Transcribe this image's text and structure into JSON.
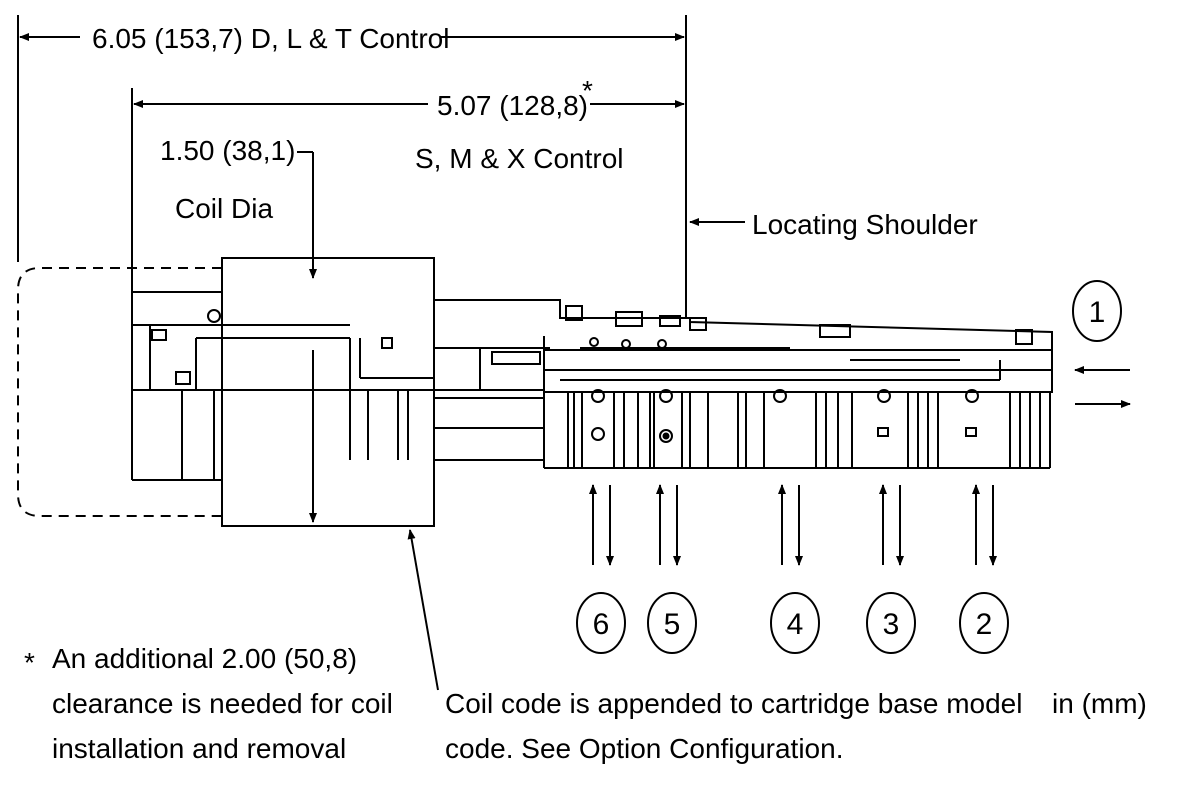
{
  "dimensions": {
    "overall": "6.05 (153,7) D, L & T Control",
    "body_length": "5.07 (128,8)",
    "body_length_star": "*",
    "body_length_note": "S, M & X Control",
    "coil_dia_value": "1.50 (38,1)",
    "coil_dia_label": "Coil Dia"
  },
  "callouts": {
    "locating_shoulder": "Locating Shoulder"
  },
  "ports": [
    "1",
    "2",
    "3",
    "4",
    "5",
    "6"
  ],
  "notes": {
    "star": "*",
    "clearance_line1": "An additional 2.00 (50,8)",
    "clearance_line2": "clearance is needed for coil",
    "clearance_line3": "installation and removal",
    "coil_code_line1": "Coil code is appended to cartridge base model",
    "coil_code_line2": "code. See Option Configuration.",
    "units": "in (mm)"
  }
}
